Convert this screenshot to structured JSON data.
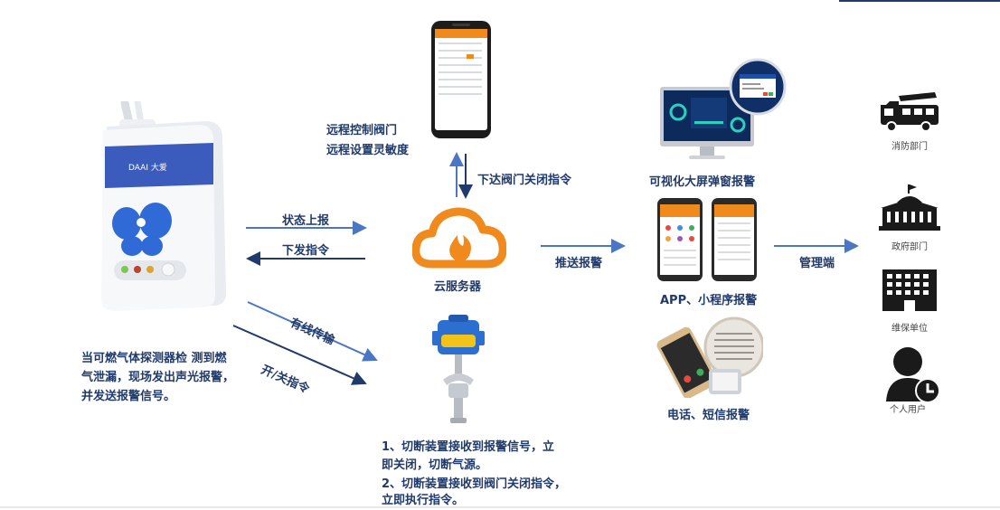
{
  "detector": {
    "brand": "DAAI 大爱",
    "description": "当可燃气体探测器检 测到燃气泄漏，现场发出声光报警，并发送报警信号。"
  },
  "edges": {
    "status_up": "状态上报",
    "command_down": "下发指令",
    "wired": "有线传输",
    "switch": "开/关指令",
    "valve_close": "下达阀门关闭指令",
    "push_alarm": "推送报警",
    "management": "管理端"
  },
  "phone_remote": {
    "line1": "远程控制阀门",
    "line2": "远程设置灵敏度"
  },
  "cloud": {
    "label": "云服务器"
  },
  "valve": {
    "line1": "1、切断装置接收到报警信号，立",
    "line2": "即关闭，切断气源。",
    "line3": "2、切断装置接收到阀门关闭指令，",
    "line4": "立即执行指令。"
  },
  "alarms": {
    "screen": "可视化大屏弹窗报警",
    "app": "APP、小程序报警",
    "sms": "电话、短信报警"
  },
  "departments": {
    "fire": "消防部门",
    "government": "政府部门",
    "maintenance": "维保单位",
    "personal": "个人用户"
  },
  "colors": {
    "primary_text": "#1f3a6b",
    "arrow_light": "#4a76c4",
    "arrow_dark": "#1f3a6b",
    "cloud_orange": "#f08a1c",
    "detector_blue": "#3b5bbd",
    "valve_blue": "#2d6fd0",
    "valve_yellow": "#f2c318"
  }
}
